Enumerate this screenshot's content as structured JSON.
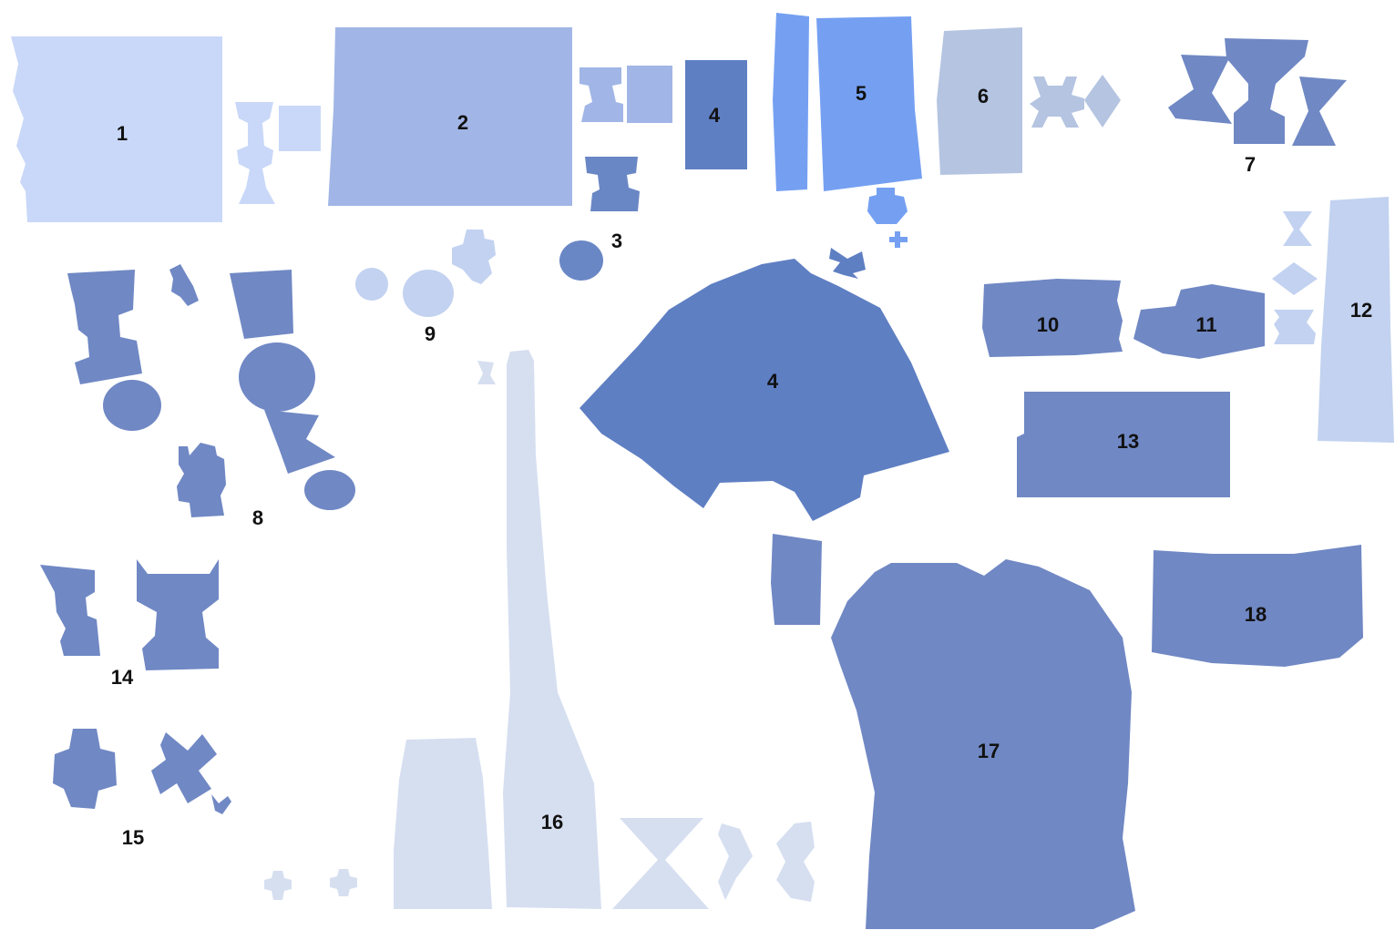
{
  "colors": {
    "c1": "#c9d8f8",
    "c2": "#a1b6e6",
    "c3": "#6a87c5",
    "c4": "#5f7fc3",
    "c5": "#75a0f2",
    "c6": "#b4c4e1",
    "c7": "#7088c4",
    "c12": "#c2d2f0",
    "c16": "#d6dff0"
  },
  "labels": {
    "l1": "1",
    "l2": "2",
    "l3": "3",
    "l4a": "4",
    "l4b": "4",
    "l5": "5",
    "l6": "6",
    "l7": "7",
    "l8": "8",
    "l9": "9",
    "l10": "10",
    "l11": "11",
    "l12": "12",
    "l13": "13",
    "l14": "14",
    "l15": "15",
    "l16": "16",
    "l17": "17",
    "l18": "18"
  }
}
